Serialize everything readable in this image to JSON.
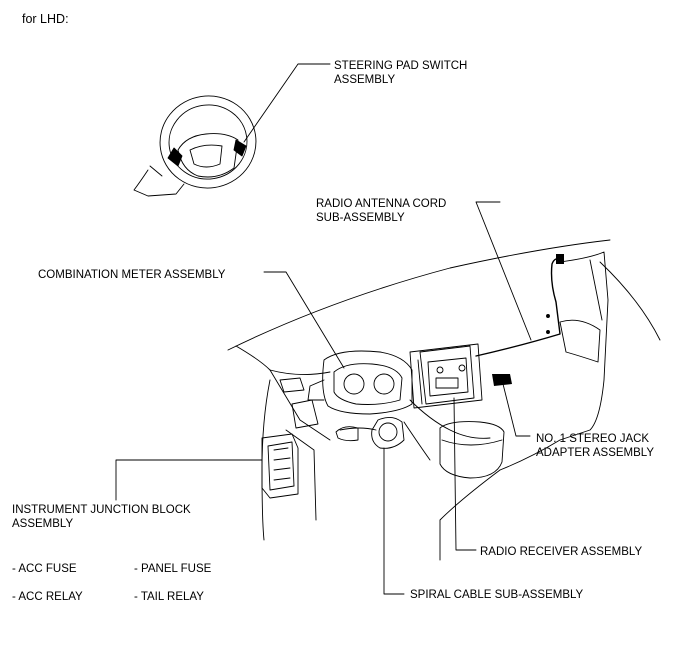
{
  "heading": "for LHD:",
  "labels": {
    "steering_pad": "STEERING PAD SWITCH\nASSEMBLY",
    "radio_antenna": "RADIO ANTENNA CORD\nSUB-ASSEMBLY",
    "combination_meter": "COMBINATION METER ASSEMBLY",
    "stereo_jack": "NO. 1 STEREO JACK\nADAPTER ASSEMBLY",
    "junction_block": "INSTRUMENT JUNCTION BLOCK\nASSEMBLY",
    "radio_receiver": "RADIO RECEIVER ASSEMBLY",
    "spiral_cable": "SPIRAL CABLE SUB-ASSEMBLY"
  },
  "fuses": {
    "acc_fuse": "- ACC FUSE",
    "panel_fuse": "- PANEL FUSE",
    "acc_relay": "- ACC RELAY",
    "tail_relay": "- TAIL RELAY"
  }
}
